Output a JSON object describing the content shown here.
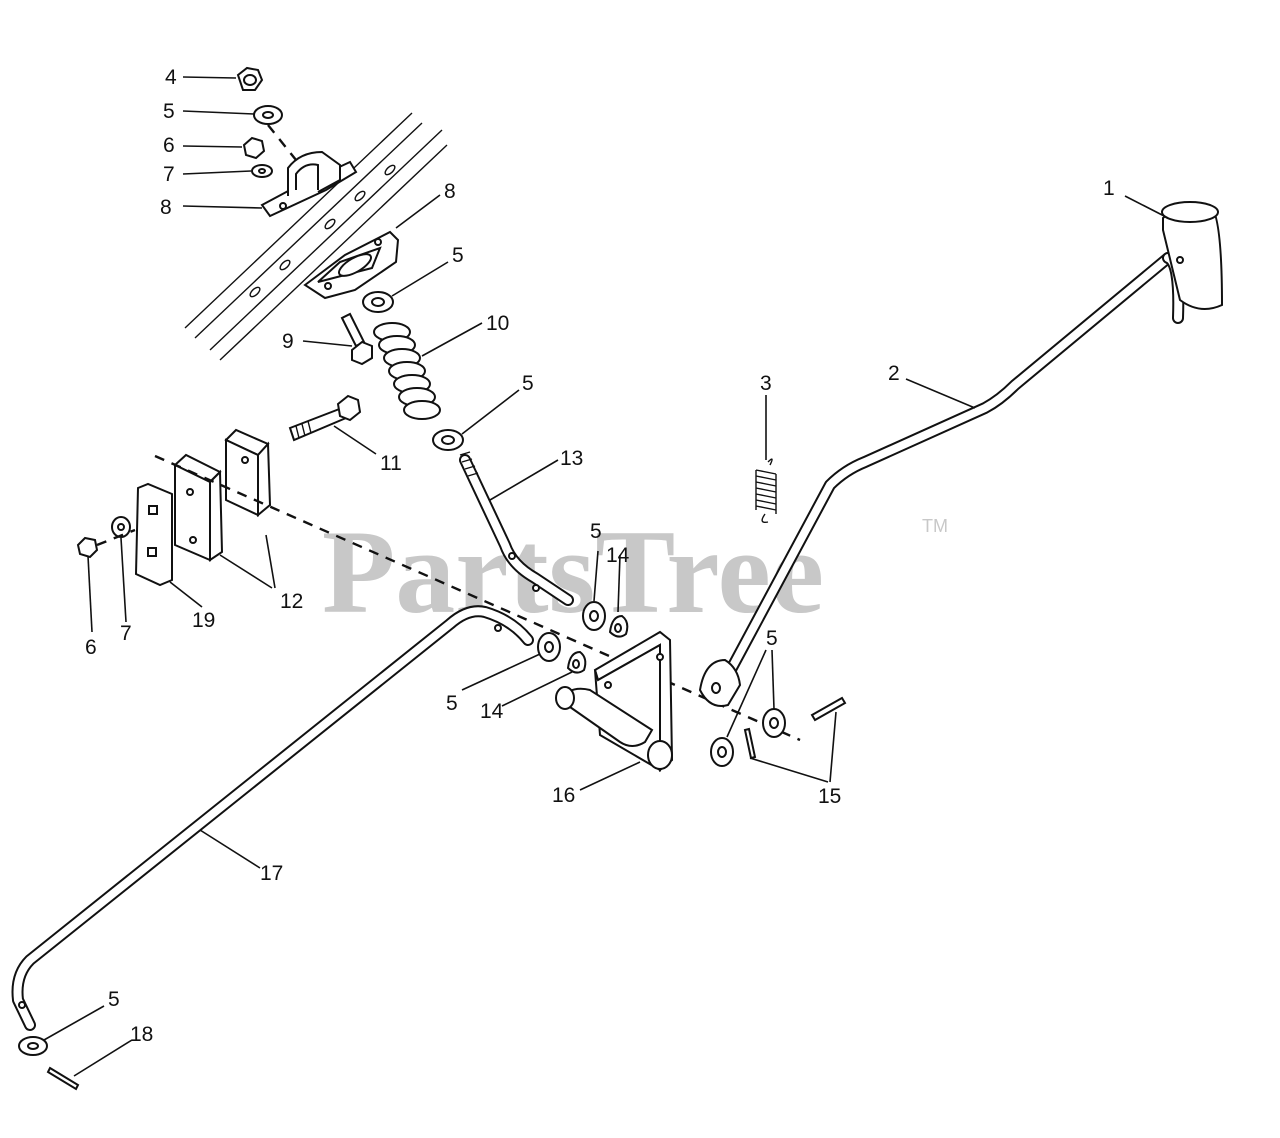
{
  "watermark": {
    "text": "PartsTree",
    "tm": "TM"
  },
  "labels": [
    {
      "id": "l1",
      "text": "1"
    },
    {
      "id": "l2",
      "text": "2"
    },
    {
      "id": "l3",
      "text": "3"
    },
    {
      "id": "l4",
      "text": "4"
    },
    {
      "id": "l5a",
      "text": "5"
    },
    {
      "id": "l6a",
      "text": "6"
    },
    {
      "id": "l7a",
      "text": "7"
    },
    {
      "id": "l8a",
      "text": "8"
    },
    {
      "id": "l8b",
      "text": "8"
    },
    {
      "id": "l5b",
      "text": "5"
    },
    {
      "id": "l9",
      "text": "9"
    },
    {
      "id": "l10",
      "text": "10"
    },
    {
      "id": "l5c",
      "text": "5"
    },
    {
      "id": "l11",
      "text": "11"
    },
    {
      "id": "l13",
      "text": "13"
    },
    {
      "id": "l12",
      "text": "12"
    },
    {
      "id": "l19",
      "text": "19"
    },
    {
      "id": "l7b",
      "text": "7"
    },
    {
      "id": "l6b",
      "text": "6"
    },
    {
      "id": "l5d",
      "text": "5"
    },
    {
      "id": "l14a",
      "text": "14"
    },
    {
      "id": "l5e",
      "text": "5"
    },
    {
      "id": "l14b",
      "text": "14"
    },
    {
      "id": "l16",
      "text": "16"
    },
    {
      "id": "l5f",
      "text": "5"
    },
    {
      "id": "l15",
      "text": "15"
    },
    {
      "id": "l17",
      "text": "17"
    },
    {
      "id": "l5g",
      "text": "5"
    },
    {
      "id": "l18",
      "text": "18"
    }
  ]
}
